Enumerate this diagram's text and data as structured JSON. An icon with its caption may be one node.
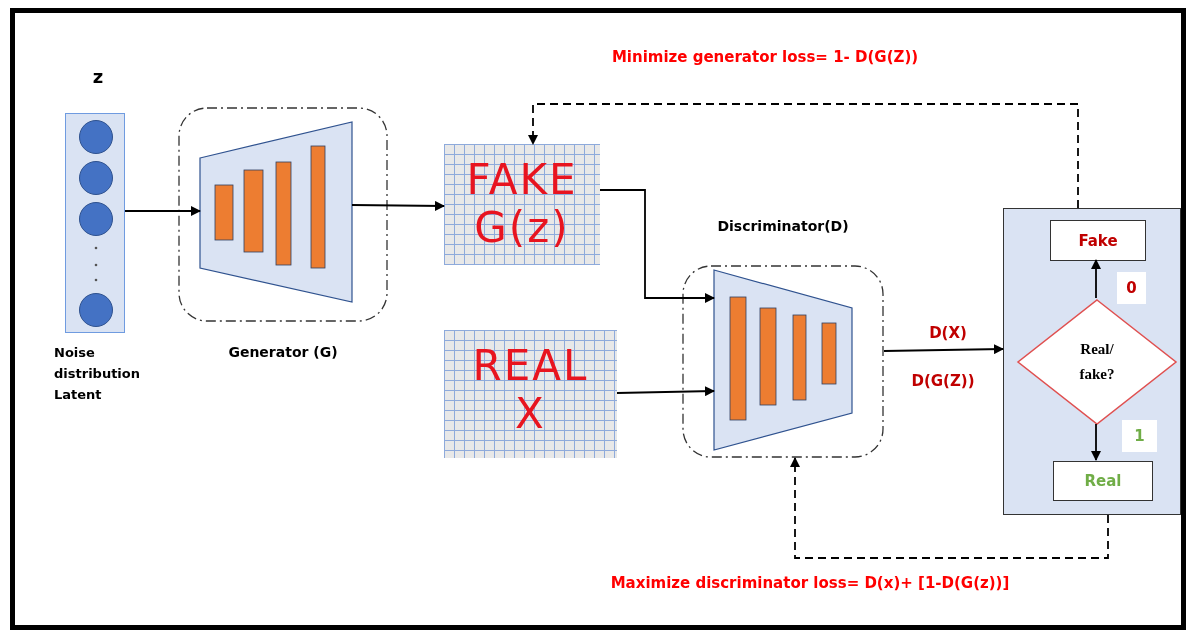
{
  "diagram": {
    "nodes": [
      {
        "text": [
          "z",
          "Noise distribution Latent"
        ]
      },
      {
        "text": [
          "Generator (G)"
        ]
      },
      {
        "text": [],
        "shape": "trapezoid",
        "in": 1
      },
      {
        "text": [
          "FAKE G(z)"
        ]
      },
      {
        "text": [
          "REAL X"
        ]
      },
      {
        "text": [
          "Discriminator(D)"
        ]
      },
      {
        "text": [],
        "shape": "trapezoid",
        "in": 5
      },
      {
        "text": [],
        "shape": "box"
      },
      {
        "text": [
          "Fake"
        ],
        "in": 7
      },
      {
        "text": [
          "Real/ fake?"
        ],
        "in": 7
      },
      {
        "text": [
          "Real"
        ],
        "in": 7
      }
    ],
    "edges": [
      {
        "from": 0,
        "to": 2,
        "arrow": "to"
      },
      {
        "from": 2,
        "to": 3,
        "arrow": "to"
      },
      {
        "from": 3,
        "to": 6,
        "arrow": "to"
      },
      {
        "from": 4,
        "to": 6,
        "arrow": "to"
      },
      {
        "from": 5,
        "to": 7,
        "arrow": "to",
        "label": "D(X)"
      },
      {
        "from": 9,
        "to": 8,
        "arrow": "to",
        "label": "0"
      },
      {
        "from": 9,
        "to": 10,
        "arrow": "to",
        "label": "1"
      },
      {
        "from": 7,
        "to": 3,
        "arrow": "to",
        "style": "dashed"
      },
      {
        "from": 7,
        "to": 5,
        "arrow": "to",
        "style": "dashed"
      }
    ],
    "labels": [
      "Minimize generator loss= 1- D(G(Z))",
      "D(G(Z))",
      "Maximize discriminator loss= D(x)+ [1-D(G(z))]"
    ]
  }
}
